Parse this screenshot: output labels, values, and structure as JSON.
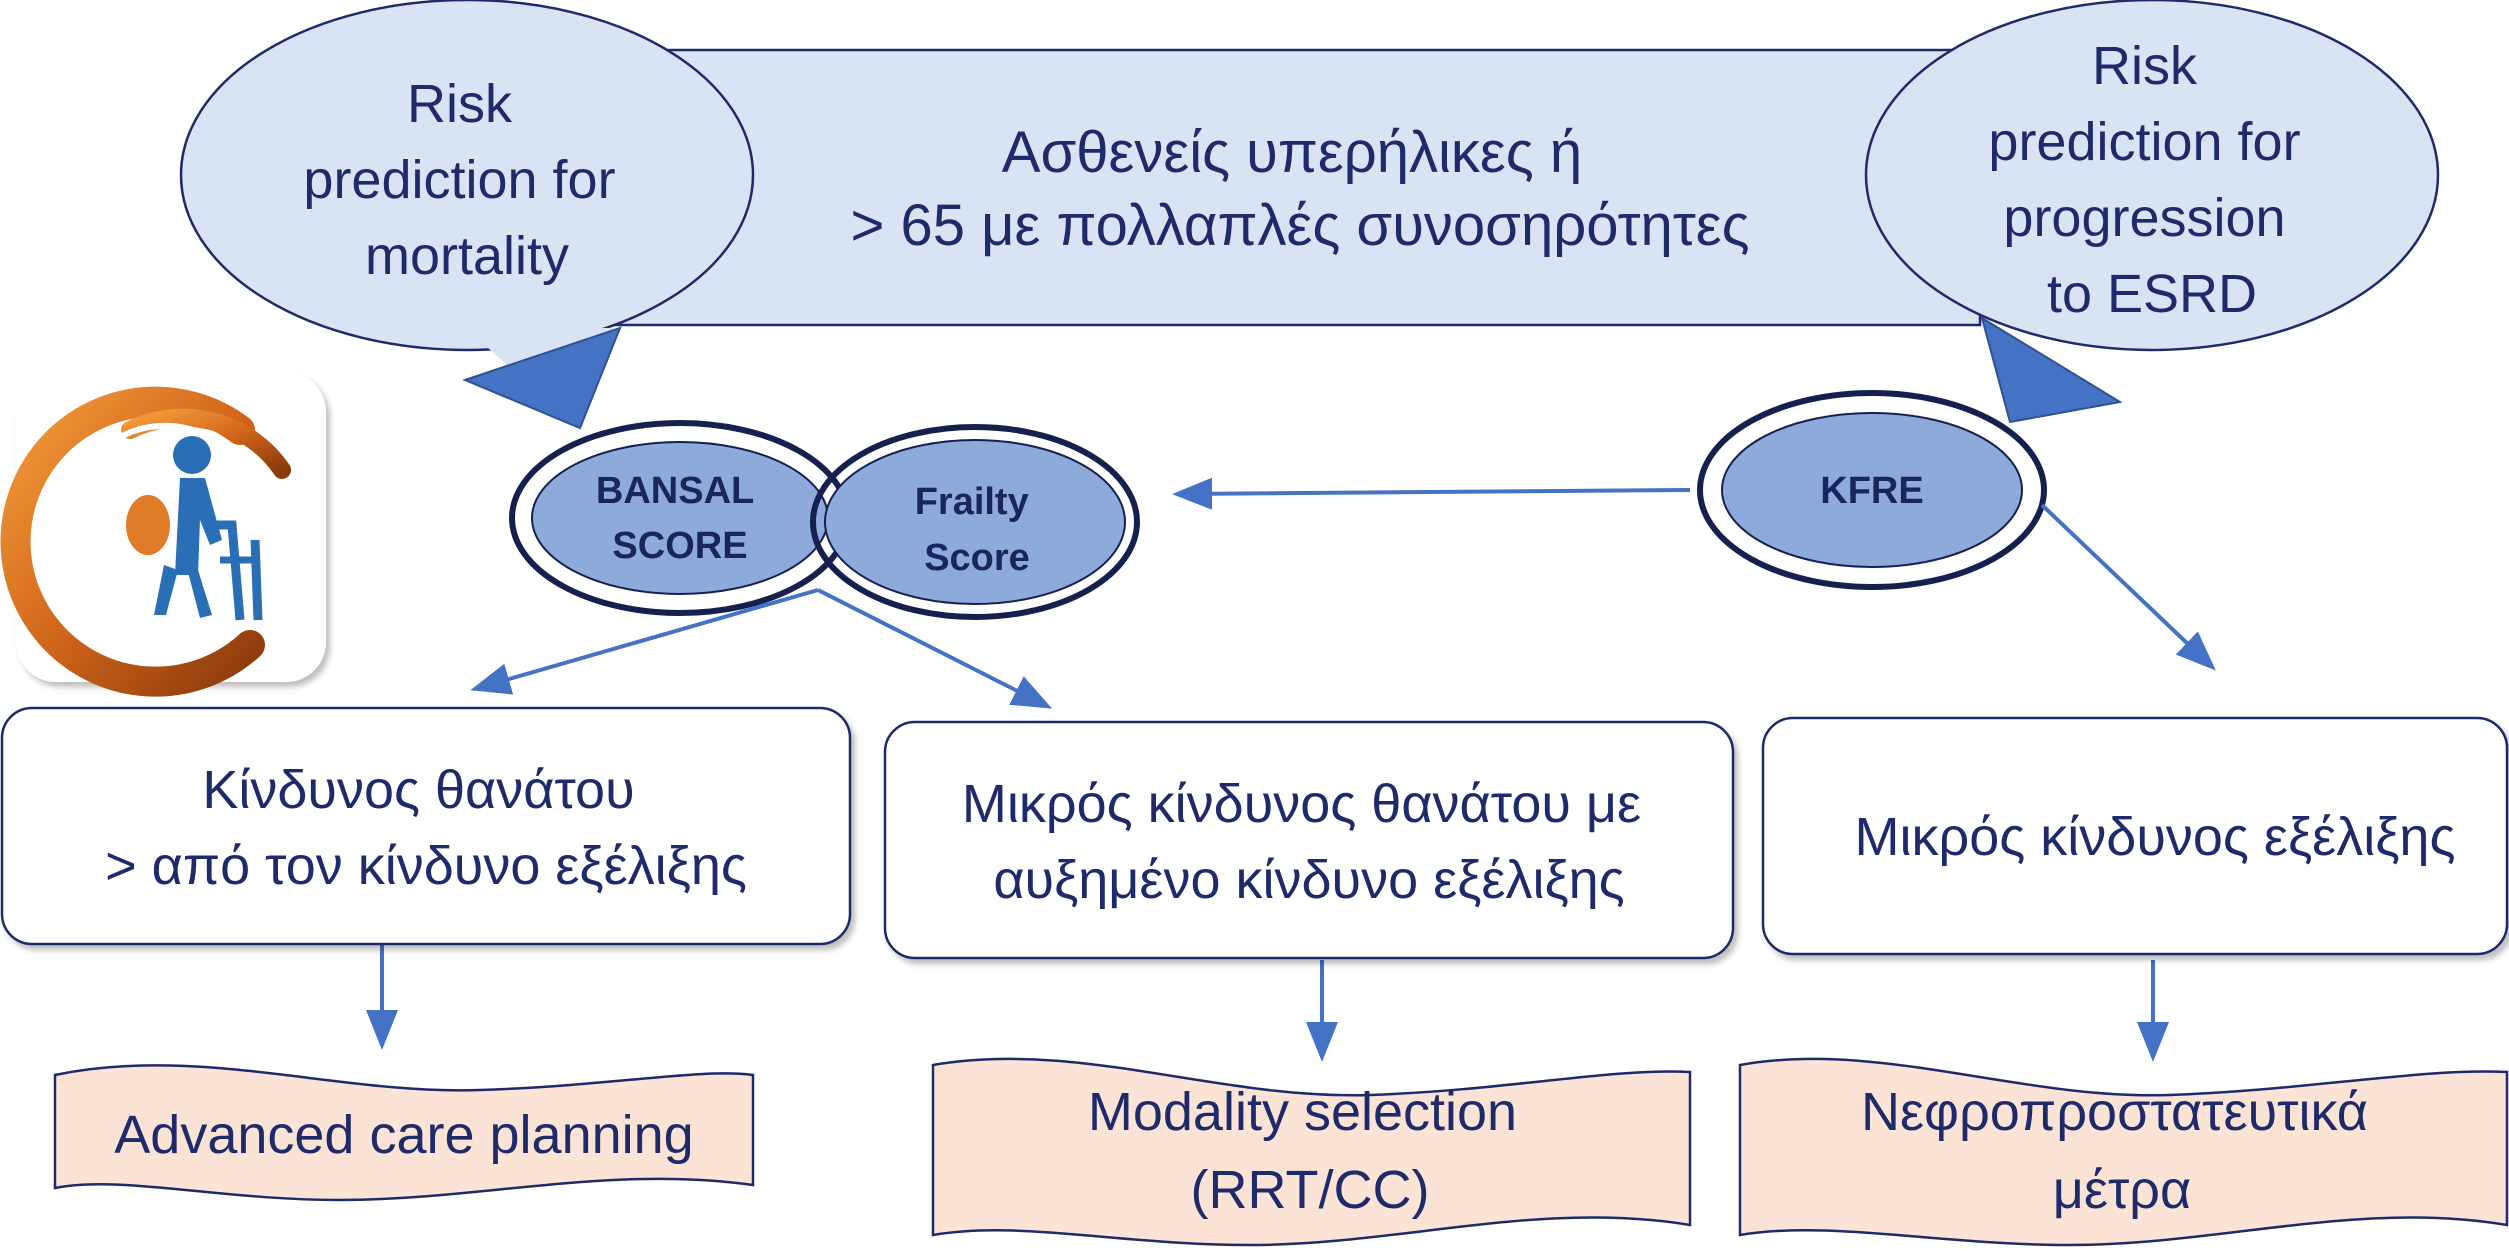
{
  "header": {
    "banner_lines": [
      "Ασθενείς υπερήλικες ή",
      "> 65 με πολλαπλές συνοσηρότητες"
    ],
    "bubble_left_lines": [
      "Risk",
      "prediction for",
      "mortality"
    ],
    "bubble_right_lines": [
      "Risk",
      "prediction for",
      "progression",
      "to ESRD"
    ]
  },
  "scores": {
    "bansal_lines": [
      "BANSAL",
      "SCORE"
    ],
    "frailty_lines": [
      "Frailty",
      "Score"
    ],
    "kfre_label": "KFRE"
  },
  "risk_boxes": {
    "left_lines": [
      "Κίνδυνος θανάτου",
      "> από τον κίνδυνο εξέλιξης"
    ],
    "middle_lines": [
      "Μικρός κίνδυνος θανάτου με",
      "αυξημένο κίνδυνο εξέλιξης"
    ],
    "right_lines": [
      "Μικρός κίνδυνος εξέλιξης"
    ]
  },
  "outcomes": {
    "left_lines": [
      "Advanced care planning"
    ],
    "middle_lines": [
      "Modality selection",
      "(RRT/CC)"
    ],
    "right_lines": [
      "Νεφροπροστατευτικά",
      "μέτρα"
    ]
  },
  "colors": {
    "banner_fill": "#dae3f3",
    "score_fill": "#8eaadb",
    "arrow": "#4472c4",
    "outcome_fill": "#fbe4d5",
    "text": "#1f2a6b"
  },
  "icons": {
    "logo": "elderly-walker-logo-icon"
  }
}
